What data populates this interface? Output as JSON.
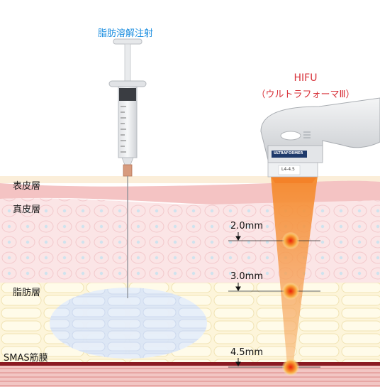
{
  "syringe": {
    "label": "脂肪溶解注射"
  },
  "hifu": {
    "title": "HIFU",
    "subtitle": "（ウルトラフォーマⅢ）",
    "device_brand": "ULTRAFORMER",
    "cartridge_label": "L4-4.5"
  },
  "layers": [
    {
      "key": "epidermis",
      "label": "表皮層"
    },
    {
      "key": "dermis",
      "label": "真皮層"
    },
    {
      "key": "fat",
      "label": "脂肪層"
    },
    {
      "key": "smas",
      "label": "SMAS筋膜"
    }
  ],
  "depths": [
    {
      "label": "2.0mm"
    },
    {
      "label": "3.0mm"
    },
    {
      "label": "4.5mm"
    }
  ],
  "colors": {
    "syringe_title": "#1e8fe0",
    "hifu_title": "#d8323a",
    "epidermis": "#f5c9c8",
    "dermis": "#fbe3e4",
    "fat": "#fdf4d6",
    "muscle": "#e9a5a5",
    "smas_line": "#8b1a22",
    "beam": "#f47a20",
    "focal": "#f26a1b"
  }
}
